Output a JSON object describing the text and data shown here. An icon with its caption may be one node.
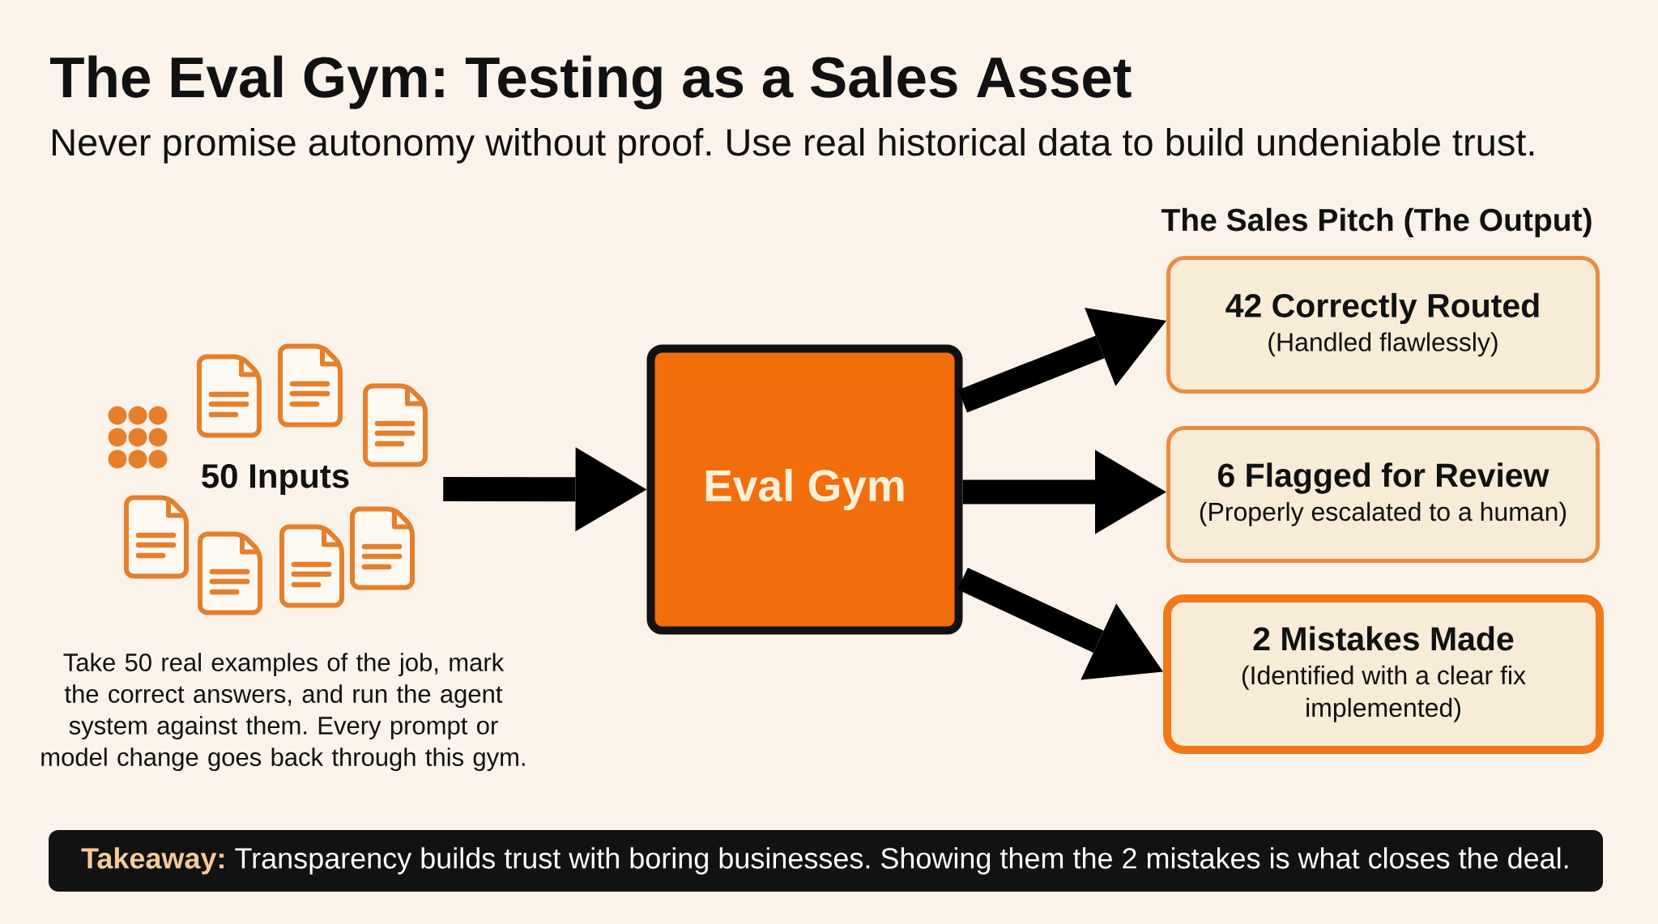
{
  "diagram": {
    "title": "The Eval Gym: Testing as a Sales Asset",
    "nodes": [
      {
        "text": [
          "50 Inputs"
        ]
      },
      {
        "text": [
          "Eval Gym"
        ]
      },
      {
        "text": [
          "42 Correctly Routed",
          "(Handled flawlessly)"
        ]
      },
      {
        "text": [
          "6 Flagged for Review",
          "(Properly escalated to a human)"
        ]
      },
      {
        "text": [
          "2 Mistakes Made",
          "(Identified with a clear fix implemented)"
        ]
      },
      {
        "text": [
          "Takeaway:",
          "Transparency builds trust with boring businesses. Showing them the 2 mistakes is what closes the deal."
        ]
      }
    ],
    "edges": [
      {
        "from": 0,
        "to": 1,
        "arrow": "to"
      },
      {
        "from": 1,
        "to": 2,
        "arrow": "to"
      },
      {
        "from": 1,
        "to": 3,
        "arrow": "to"
      },
      {
        "from": 1,
        "to": 4,
        "arrow": "to"
      }
    ],
    "labels": [
      "Never promise autonomy without proof. Use real historical data to build undeniable trust.",
      "The Sales Pitch (The Output)",
      "Take 50 real examples of the job, mark the correct answers, and run the agent system against them. Every prompt or model change goes back through this gym."
    ]
  }
}
